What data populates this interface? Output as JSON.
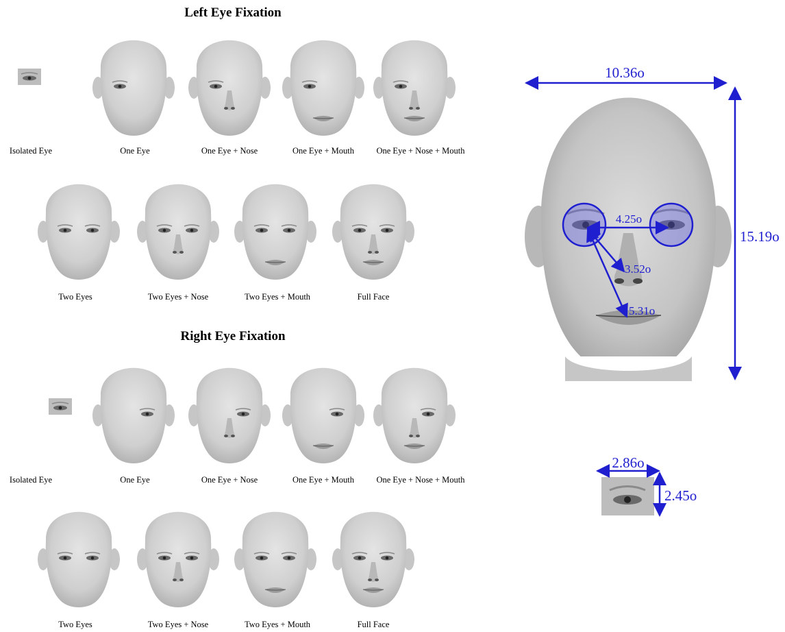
{
  "left_fixation": {
    "title": "Left Eye Fixation",
    "row1": [
      "Isolated Eye",
      "One Eye",
      "One Eye + Nose",
      "One Eye + Mouth",
      "One Eye + Nose + Mouth"
    ],
    "row2": [
      "Two Eyes",
      "Two Eyes + Nose",
      "Two Eyes + Mouth",
      "Full Face"
    ]
  },
  "right_fixation": {
    "title": "Right Eye Fixation",
    "row1": [
      "Isolated Eye",
      "One Eye",
      "One Eye + Nose",
      "One Eye + Mouth",
      "One Eye + Nose + Mouth"
    ],
    "row2": [
      "Two Eyes",
      "Two Eyes + Nose",
      "Two Eyes + Mouth",
      "Full Face"
    ]
  },
  "large_face": {
    "width_label": "10.36o",
    "height_label": "15.19o",
    "interocular_label": "4.25o",
    "eye_to_nose_label": "3.52o",
    "eye_to_mouth_label": "5.31o"
  },
  "eye_patch": {
    "width_label": "2.86o",
    "height_label": "2.45o"
  },
  "colors": {
    "annotation": "#1f1fd0",
    "highlight": "#5a5af0",
    "face": "#d2d2d2"
  }
}
